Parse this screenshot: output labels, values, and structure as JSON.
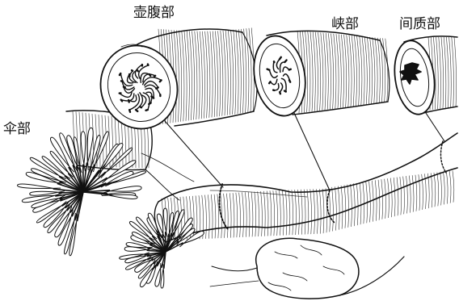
{
  "labels": {
    "ampulla": "壶腹部",
    "isthmus": "峡部",
    "interstitial": "间质部",
    "infundibulum": "伞部"
  },
  "colors": {
    "ink": "#111111",
    "background": "#ffffff"
  }
}
